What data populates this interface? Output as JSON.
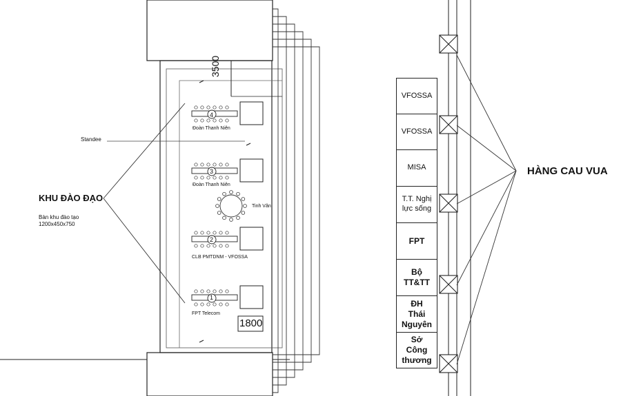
{
  "left_zone": {
    "title": "KHU ĐÀO ĐẠO",
    "note": "Bàn khu đào tạo\n1200x450x750",
    "standee_label": "Standee",
    "dimension_top": "3500",
    "dimension_bottom": "1800",
    "round_table_label": "Tinh Vân",
    "groups": [
      {
        "number": "4",
        "name": "Đoàn Thanh Niên"
      },
      {
        "number": "3",
        "name": "Đoàn Thanh Niên"
      },
      {
        "number": "2",
        "name": "CLB PMTDNM - VFOSSA"
      },
      {
        "number": "1",
        "name": "FPT Telecom"
      }
    ]
  },
  "right_zone": {
    "title": "HÀNG CAU VUA",
    "booths": [
      {
        "label": "VFOSSA",
        "bold": false
      },
      {
        "label": "VFOSSA",
        "bold": false
      },
      {
        "label": "MISA",
        "bold": false
      },
      {
        "label": "T.T. Nghị\nlực sống",
        "bold": false
      },
      {
        "label": "FPT",
        "bold": true
      },
      {
        "label": "Bộ\nTT&TT",
        "bold": true
      },
      {
        "label": "ĐH\nThái\nNguyên",
        "bold": true
      },
      {
        "label": "Sở\nCông\nthương",
        "bold": true
      }
    ]
  }
}
